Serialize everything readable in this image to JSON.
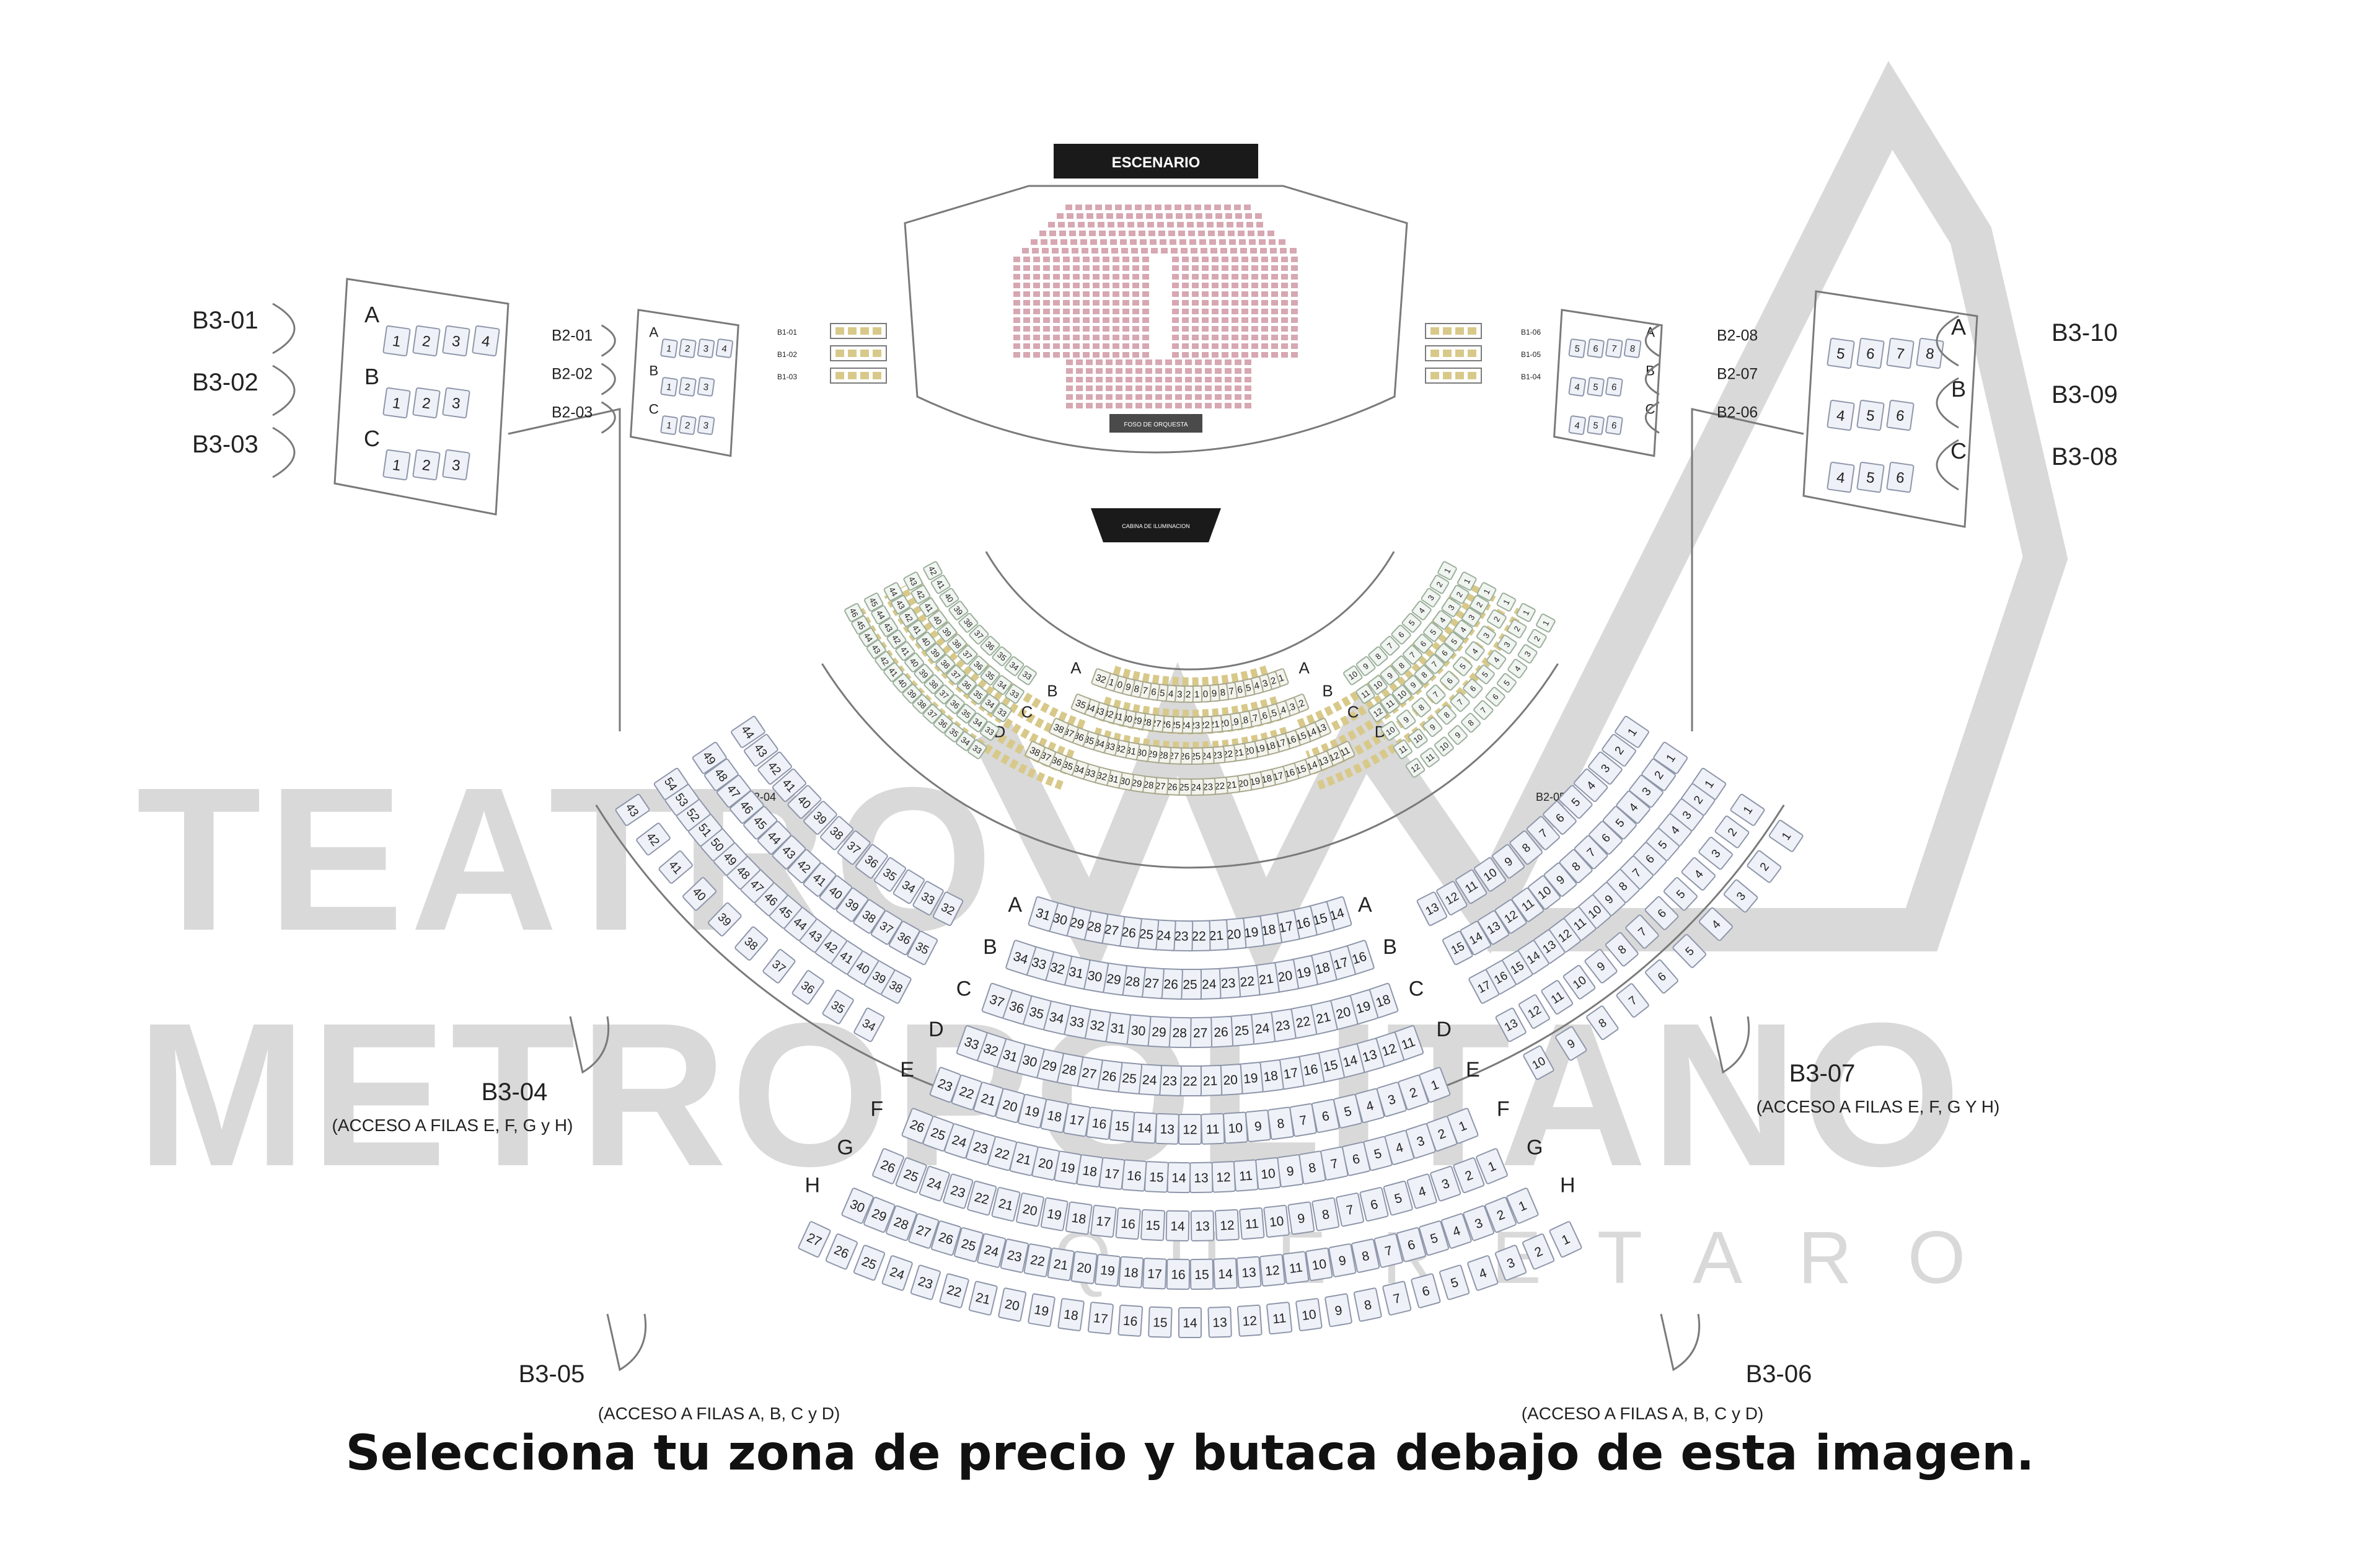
{
  "stage_label": "ESCENARIO",
  "orchestra_pit_label": "FOSO DE ORQUESTA",
  "control_booth_label": "CABINA DE ILUMINACION",
  "watermark": {
    "line1": "TEATRO",
    "line2": "METROPOLITANO",
    "line3": "QUERETARO"
  },
  "caption": "Selecciona tu zona de precio y butaca debajo de esta imagen.",
  "colors": {
    "outline": "#7a7a7a",
    "seat_fill": "#eef1f7",
    "seat_stroke": "#8e96aa",
    "lower_seats": "#c98a98",
    "mezzanine_seats": "#d8c98a",
    "balcony_seats": "#bfc7d6",
    "watermark": "#d9d9d9",
    "label": "#222222"
  },
  "boxes_left_upper": {
    "labels": [
      "B3-01",
      "B3-02",
      "B3-03"
    ],
    "rows": [
      {
        "row": "A",
        "seats": [
          "1",
          "2",
          "3",
          "4"
        ]
      },
      {
        "row": "B",
        "seats": [
          "1",
          "2",
          "3"
        ]
      },
      {
        "row": "C",
        "seats": [
          "1",
          "2",
          "3"
        ]
      }
    ]
  },
  "boxes_right_upper": {
    "labels": [
      "B3-10",
      "B3-09",
      "B3-08"
    ],
    "rows": [
      {
        "row": "A",
        "seats": [
          "5",
          "6",
          "7",
          "8"
        ]
      },
      {
        "row": "B",
        "seats": [
          "4",
          "5",
          "6"
        ]
      },
      {
        "row": "C",
        "seats": [
          "4",
          "5",
          "6"
        ]
      }
    ]
  },
  "boxes_left_inner": {
    "labels": [
      "B2-01",
      "B2-02",
      "B2-03"
    ],
    "rows": [
      {
        "row": "A",
        "seats": [
          "1",
          "2",
          "3",
          "4"
        ]
      },
      {
        "row": "B",
        "seats": [
          "1",
          "2",
          "3"
        ]
      },
      {
        "row": "C",
        "seats": [
          "1",
          "2",
          "3"
        ]
      }
    ]
  },
  "boxes_right_inner": {
    "labels": [
      "B2-08",
      "B2-07",
      "B2-06"
    ],
    "rows": [
      {
        "row": "A",
        "seats": [
          "5",
          "6",
          "7",
          "8"
        ]
      },
      {
        "row": "B",
        "seats": [
          "4",
          "5",
          "6"
        ]
      },
      {
        "row": "C",
        "seats": [
          "4",
          "5",
          "6"
        ]
      }
    ]
  },
  "boxes_lower_small": {
    "left": [
      "B1-01",
      "B1-02",
      "B1-03"
    ],
    "right": [
      "B1-06",
      "B1-05",
      "B1-04"
    ]
  },
  "exits": {
    "b2_04": "B2-04",
    "b2_05": "B2-05",
    "b3_04": {
      "label": "B3-04",
      "note": "(ACCESO A FILAS E, F, G y H)"
    },
    "b3_07": {
      "label": "B3-07",
      "note": "(ACCESO A FILAS E, F, G Y H)"
    },
    "b3_05": {
      "label": "B3-05",
      "note": "(ACCESO A FILAS A, B, C y D)"
    },
    "b3_06": {
      "label": "B3-06",
      "note": "(ACCESO A FILAS A, B, C y D)"
    }
  },
  "mezzanine_center": {
    "rows": [
      {
        "row": "A",
        "from": 11,
        "to": 32
      },
      {
        "row": "B",
        "from": 12,
        "to": 35
      },
      {
        "row": "C",
        "from": 13,
        "to": 38
      },
      {
        "row": "D",
        "from": 11,
        "to": 38
      }
    ]
  },
  "mezzanine_left_rows": [
    "1",
    "2",
    "3",
    "4",
    "5",
    "6",
    "7",
    "8",
    "9",
    "10",
    "11",
    "12"
  ],
  "mezzanine_right_rows": [
    "33",
    "34",
    "35",
    "36",
    "37",
    "38",
    "39",
    "40",
    "41",
    "42",
    "43",
    "44",
    "45",
    "46",
    "47",
    "48"
  ],
  "balcony_center": {
    "rows": [
      {
        "row": "A",
        "from": 14,
        "to": 31
      },
      {
        "row": "B",
        "from": 16,
        "to": 34
      },
      {
        "row": "C",
        "from": 18,
        "to": 37
      },
      {
        "row": "D",
        "from": 11,
        "to": 33
      },
      {
        "row": "E",
        "from": 1,
        "to": 23
      },
      {
        "row": "F",
        "from": 1,
        "to": 26
      },
      {
        "row": "G",
        "from": 1,
        "to": 26
      },
      {
        "row": "H",
        "from": 1,
        "to": 30
      }
    ],
    "extra_row": {
      "from": 1,
      "to": 27
    }
  },
  "balcony_left": {
    "rows": [
      {
        "from": 1,
        "to": 13
      },
      {
        "from": 1,
        "to": 15
      },
      {
        "from": 1,
        "to": 17
      },
      {
        "from": 1,
        "to": 13
      },
      {
        "from": 1,
        "to": 10
      }
    ]
  },
  "balcony_right": {
    "rows": [
      {
        "from": 32,
        "to": 44
      },
      {
        "from": 35,
        "to": 49
      },
      {
        "from": 38,
        "to": 54
      },
      {
        "from": 34,
        "to": 43
      }
    ]
  }
}
